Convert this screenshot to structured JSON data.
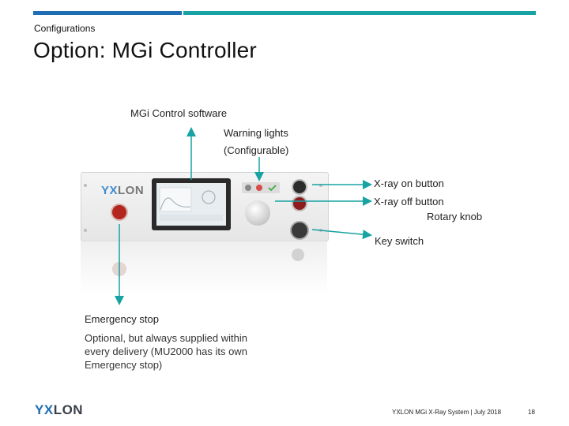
{
  "header": {
    "section": "Configurations",
    "title": "Option: MGi Controller"
  },
  "labels": {
    "software": "MGi Control software",
    "warning_lights": "Warning lights",
    "configurable": "(Configurable)",
    "xray_on": "X-ray on button",
    "xray_off": "X-ray off button",
    "rotary_knob": "Rotary knob",
    "key_switch": "Key switch",
    "emergency_stop": "Emergency stop",
    "emergency_note": "Optional, but always supplied within every delivery (MU2000 has its own Emergency stop)"
  },
  "device": {
    "logo_prefix": "YX",
    "logo_suffix": "LON"
  },
  "footer": {
    "logo_prefix": "YX",
    "logo_suffix": "LON",
    "text": "YXLON MGi X-Ray System | July 2018",
    "page": "18"
  },
  "colors": {
    "bar_blue": "#1f6db3",
    "bar_teal": "#17a2a3",
    "arrow": "#17a2a3"
  }
}
